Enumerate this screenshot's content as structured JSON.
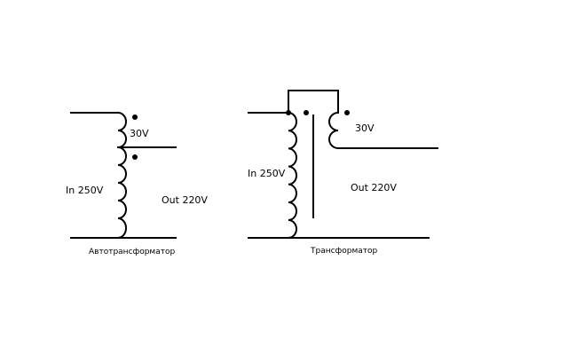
{
  "autotransformer": {
    "caption": "Автотрансформатор",
    "tap_label": "30V",
    "input_label": "In 250V",
    "output_label": "Out 220V"
  },
  "transformer": {
    "caption": "Трансформатор",
    "secondary_label": "30V",
    "input_label": "In 250V",
    "output_label": "Out 220V"
  },
  "colors": {
    "line": "#000000",
    "background": "#ffffff"
  }
}
